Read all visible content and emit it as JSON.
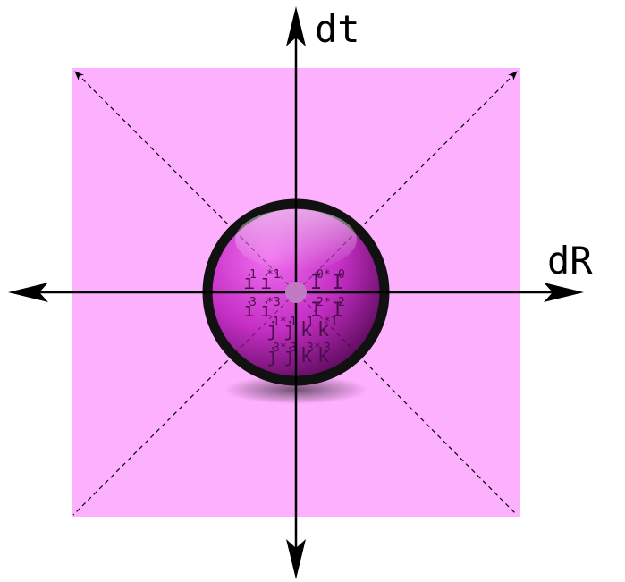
{
  "colors": {
    "square_fill": "#fdb0fd",
    "sphere_rim": "#111111",
    "sphere_light": "#f06ef0",
    "sphere_mid": "#c42ec4",
    "sphere_dark": "#5a0a5a",
    "center_dot": "#c27ac2",
    "axis": "#000000",
    "glyph": "#4a0f4a"
  },
  "axes": {
    "vertical_label": "dt",
    "horizontal_label": "dR"
  },
  "sphere_terms": {
    "upper_left": [
      {
        "base": "i",
        "sup": "1"
      },
      {
        "base": "i",
        "sup": "*1"
      }
    ],
    "upper_right": [
      {
        "base": "I",
        "sup": "0*"
      },
      {
        "base": "I",
        "sup": "0"
      }
    ],
    "middle_left": [
      {
        "base": "i",
        "sup": "3"
      },
      {
        "base": "i",
        "sup": "*3"
      }
    ],
    "middle_right": [
      {
        "base": "I",
        "sup": "2*"
      },
      {
        "base": "I",
        "sup": "2"
      }
    ],
    "row_jk_1": [
      {
        "base": "j",
        "sup": "1*"
      },
      {
        "base": "j",
        "sup": "1"
      },
      {
        "base": "k",
        "sup": "1"
      },
      {
        "base": "k",
        "sup": "*1"
      }
    ],
    "row_jk_3": [
      {
        "base": "j",
        "sup": "3*"
      },
      {
        "base": "j",
        "sup": "3"
      },
      {
        "base": "k",
        "sup": "3*"
      },
      {
        "base": "k",
        "sup": "3"
      }
    ]
  }
}
